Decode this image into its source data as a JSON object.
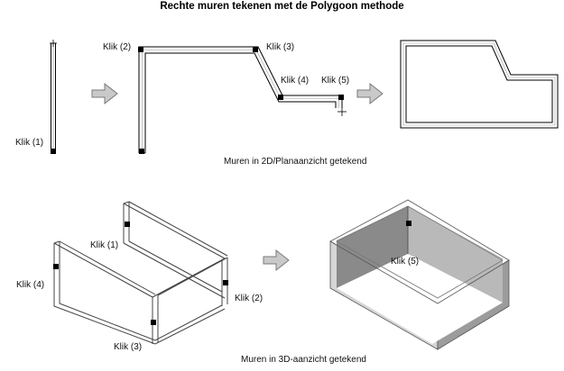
{
  "title": "Rechte muren tekenen met de Polygoon methode",
  "captions": {
    "plan": "Muren in 2D/Planaanzicht  getekend",
    "three_d": "Muren in 3D-aanzicht getekend"
  },
  "plan_step1": {
    "klik1": "Klik (1)"
  },
  "plan_step2": {
    "klik2": "Klik (2)",
    "klik3": "Klik (3)",
    "klik4": "Klik (4)",
    "klik5": "Klik (5)"
  },
  "wire3d": {
    "klik1": "Klik (1)",
    "klik2": "Klik (2)",
    "klik3": "Klik (3)",
    "klik4": "Klik (4)"
  },
  "box3d": {
    "klik5": "Klik (5)"
  },
  "colors": {
    "arrow_fill": "#c9c9c9",
    "arrow_stroke": "#7a7a7a",
    "wall_dark": "#8a8a8a",
    "wall_mid": "#b9b9b9",
    "wall_light": "#d6d6d6",
    "wall_top": "#f2f2f2"
  }
}
